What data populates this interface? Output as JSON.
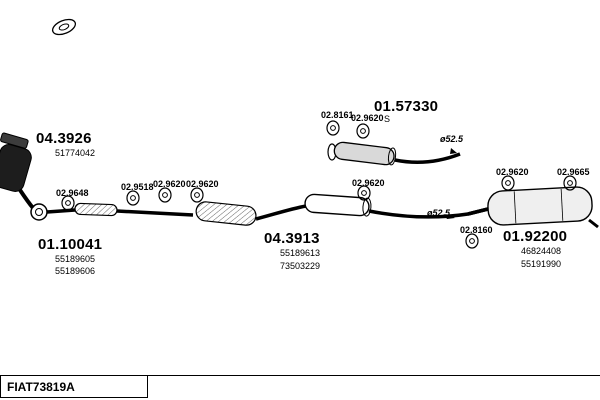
{
  "footer": {
    "code": "FIAT73819A"
  },
  "parts": {
    "cat": {
      "number": "04.3926",
      "code1": "51774042"
    },
    "frontpipe": {
      "number": "01.10041",
      "code1": "55189605",
      "code2": "55189606"
    },
    "center": {
      "number": "04.3913",
      "code1": "55189613",
      "code2": "73503229"
    },
    "midmuffler": {
      "number": "01.57330",
      "variant": "S"
    },
    "rearmuffler": {
      "number": "01.92200",
      "code1": "46824408",
      "code2": "55191990"
    }
  },
  "clamps": {
    "c9648": "02.9648",
    "c9518": "02.9518",
    "c9620a": "02.9620",
    "c9620b": "02.9620",
    "c8161": "02.8161",
    "c9620c": "02.9620",
    "c9620d": "02.9620",
    "c8160": "02.8160",
    "c9620e": "02.9620",
    "c9665": "02.9665"
  },
  "diameters": {
    "d1": "ø52.5",
    "d2": "ø52.5"
  }
}
